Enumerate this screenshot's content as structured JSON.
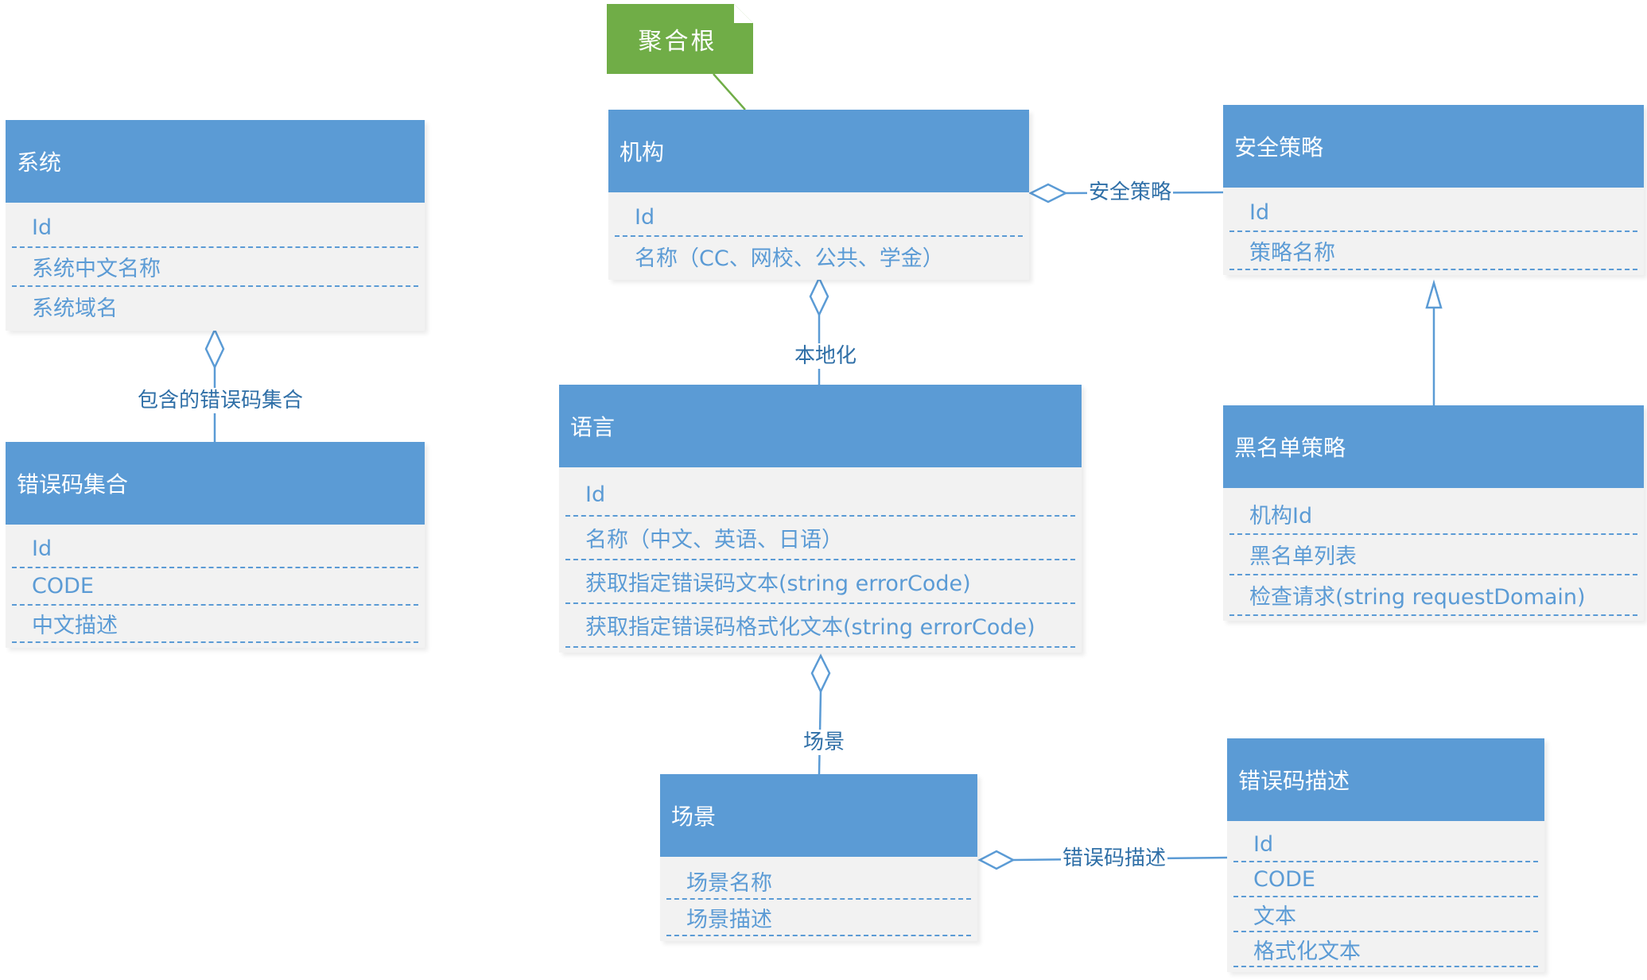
{
  "note": {
    "text": "聚合根"
  },
  "classes": {
    "system": {
      "title": "系统",
      "attrs": [
        "Id",
        "系统中文名称",
        "系统域名"
      ]
    },
    "error_set": {
      "title": "错误码集合",
      "attrs": [
        "Id",
        "CODE",
        "中文描述"
      ]
    },
    "org": {
      "title": "机构",
      "attrs": [
        "Id",
        "名称（CC、网校、公共、学金）"
      ]
    },
    "language": {
      "title": "语言",
      "attrs": [
        "Id",
        "名称（中文、英语、日语）",
        "获取指定错误码文本(string errorCode)",
        "获取指定错误码格式化文本(string errorCode)"
      ]
    },
    "scene": {
      "title": "场景",
      "attrs": [
        "场景名称",
        "场景描述"
      ]
    },
    "security": {
      "title": "安全策略",
      "attrs": [
        "Id",
        "策略名称"
      ]
    },
    "blacklist": {
      "title": "黑名单策略",
      "attrs": [
        "机构Id",
        "黑名单列表",
        "检查请求(string requestDomain)"
      ]
    },
    "error_desc": {
      "title": "错误码描述",
      "attrs": [
        "Id",
        "CODE",
        "文本",
        "格式化文本"
      ]
    }
  },
  "relations": {
    "system_error_set": "包含的错误码集合",
    "org_security": "安全策略",
    "org_language": "本地化",
    "language_scene": "场景",
    "scene_error_desc": "错误码描述"
  },
  "colors": {
    "header": "#5b9bd5",
    "body": "#f2f2f2",
    "attr_text": "#5b9bd5",
    "note": "#70ad47"
  }
}
